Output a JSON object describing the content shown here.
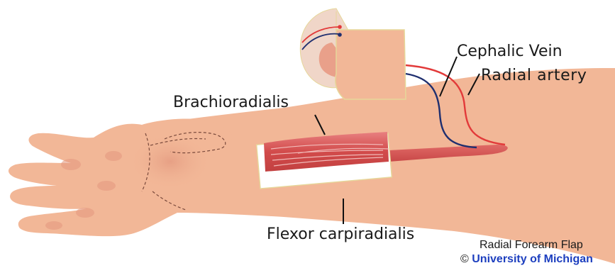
{
  "labels": {
    "cephalic_vein": "Cephalic Vein",
    "radial_artery": "Radial artery",
    "brachioradialis": "Brachioradialis",
    "flexor_carpiradialis": "Flexor carpiradialis"
  },
  "credit": {
    "title": "Radial Forearm Flap",
    "copyright_symbol": "©",
    "institution": "University of Michigan"
  },
  "colors": {
    "skin": "#f2b797",
    "skin_shadow": "#e9a082",
    "muscle": "#d95a5a",
    "artery": "#e23a3a",
    "vein": "#1f2f6f",
    "leader_line": "#111111",
    "link": "#1d3fbf"
  }
}
